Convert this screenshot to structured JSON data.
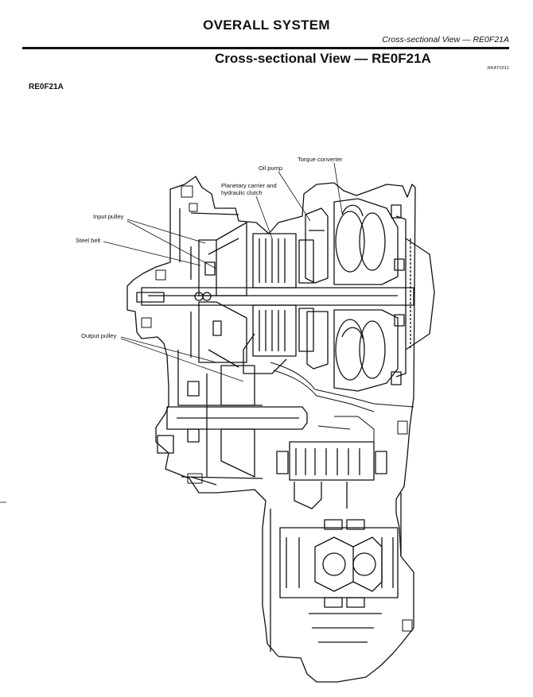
{
  "header": {
    "section_title": "OVERALL SYSTEM",
    "running_head": "Cross-sectional View — RE0F21A"
  },
  "page": {
    "heading": "Cross-sectional View — RE0F21A",
    "ref_code": "NKAT0011",
    "model": "RE0F21A"
  },
  "figure": {
    "callouts": {
      "torque_converter": "Torque converter",
      "oil_pump": "Oil pump",
      "planetary_line1": "Planetary carrier and",
      "planetary_line2": "hydraulic clutch",
      "input_pulley": "Input pulley",
      "steel_belt": "Steel belt",
      "output_pulley": "Output pulley"
    }
  }
}
